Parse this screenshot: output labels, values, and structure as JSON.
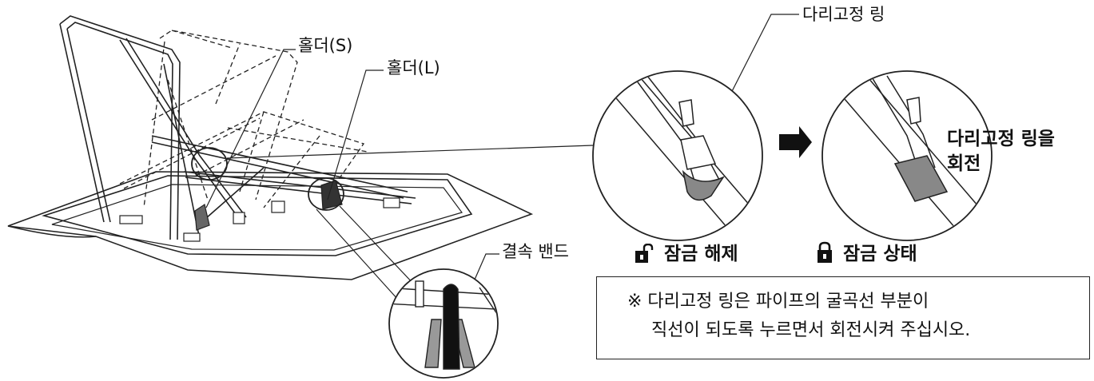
{
  "labels": {
    "holder_s": "홀더(S)",
    "holder_l": "홀더(L)",
    "band": "결속 밴드",
    "leg_ring": "다리고정 링",
    "rotate_ring_1": "다리고정 링을",
    "rotate_ring_2": "회전",
    "unlocked": "잠금 해제",
    "locked": "잠금 상태"
  },
  "note": {
    "line1": "※ 다리고정 링은 파이프의 굴곡선 부분이",
    "line2": "직선이 되도록 누르면서 회전시켜 주십시오."
  },
  "icons": [
    "unlock-icon",
    "lock-icon",
    "right-arrow-icon"
  ]
}
